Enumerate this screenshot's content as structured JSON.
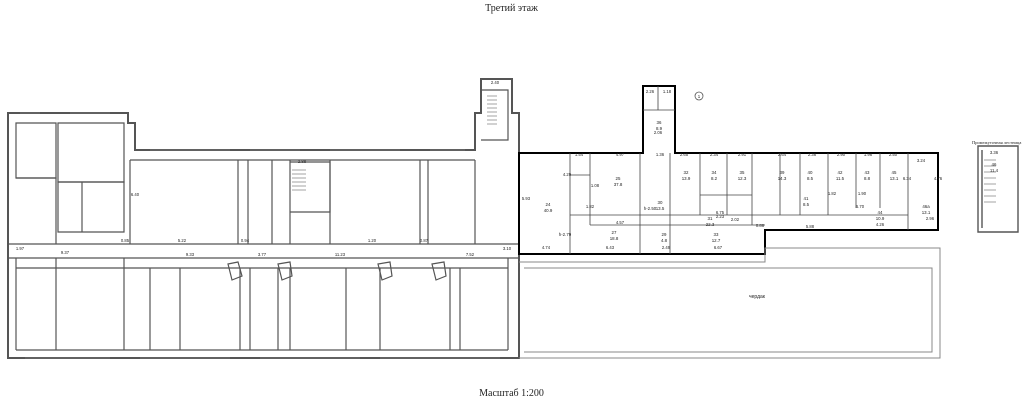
{
  "title": "Третий этаж",
  "scale": "Масштаб 1:200",
  "side_label": "Промежуточная лестница",
  "attic_label": "чердак",
  "colors": {
    "wall": "#555555",
    "highlight": "#000000",
    "line": "#999999"
  },
  "dims": {
    "d1": "9.37",
    "d2": "5.22",
    "d3": "9.33",
    "d4": "3.77",
    "d5": "11.23",
    "d6": "1.20",
    "d7": "7.52",
    "d8": "6.40",
    "d9": "2.88",
    "d10": "2.40",
    "d11": "3.10",
    "d12": "4.74",
    "d13": "6.43",
    "d14": "2.49",
    "d15": "6.67",
    "d16": "1.97",
    "d17": "0.85",
    "d18": "0.94",
    "d19": "0.87",
    "d20": "4.97",
    "d21": "2.65",
    "d22": "2.34",
    "d23": "2.91",
    "d24": "2.64",
    "d25": "2.36",
    "d26": "2.90",
    "d27": "1.96",
    "d28": "2.50",
    "d29": "3.24",
    "d30": "1.54",
    "d31": "1.36",
    "d32": "4.57",
    "d33": "5.88",
    "d34": "4.26",
    "d35": "2.96",
    "d36": "6.75",
    "d37": "2.02",
    "d38": "5.93",
    "d39": "1.82",
    "d40": "2.26",
    "d41": "1.18",
    "d42": "4.29",
    "d43": "6.70",
    "d44": "1.82",
    "d45": "0.86",
    "d46": "2.23",
    "d47": "1.90",
    "d48": "4.76",
    "d49": "3.36",
    "d50": "2.06",
    "d51": "1.08",
    "d52": "6.34"
  },
  "rooms": {
    "r24": "24",
    "r24a": "40.9",
    "r25": "25",
    "r25a": "37.8",
    "r27": "27",
    "r27a": "18.8",
    "r29": "29",
    "r29a": "4.8",
    "r30": "30",
    "r30a": "13.5",
    "r31": "31",
    "r31a": "22.3",
    "r32": "32",
    "r32a": "13.9",
    "r33": "33",
    "r33a": "12.7",
    "r34": "34",
    "r34a": "8.2",
    "r35": "35",
    "r35a": "12.3",
    "r36": "36",
    "r36a": "8.9",
    "r39": "39",
    "r39a": "14.3",
    "r40": "40",
    "r40a": "8.5",
    "r41": "41",
    "r41a": "8.5",
    "r42": "42",
    "r42a": "11.5",
    "r43": "43",
    "r43a": "8.8",
    "r44": "44",
    "r44a": "10.9",
    "r45": "45",
    "r45a": "13.1",
    "r46": "46",
    "r46a": "11.4",
    "r46b": "46а",
    "r46ba": "13.1",
    "lk1": "h-2.50",
    "lk2": "h-2.79",
    "circle": "1"
  }
}
